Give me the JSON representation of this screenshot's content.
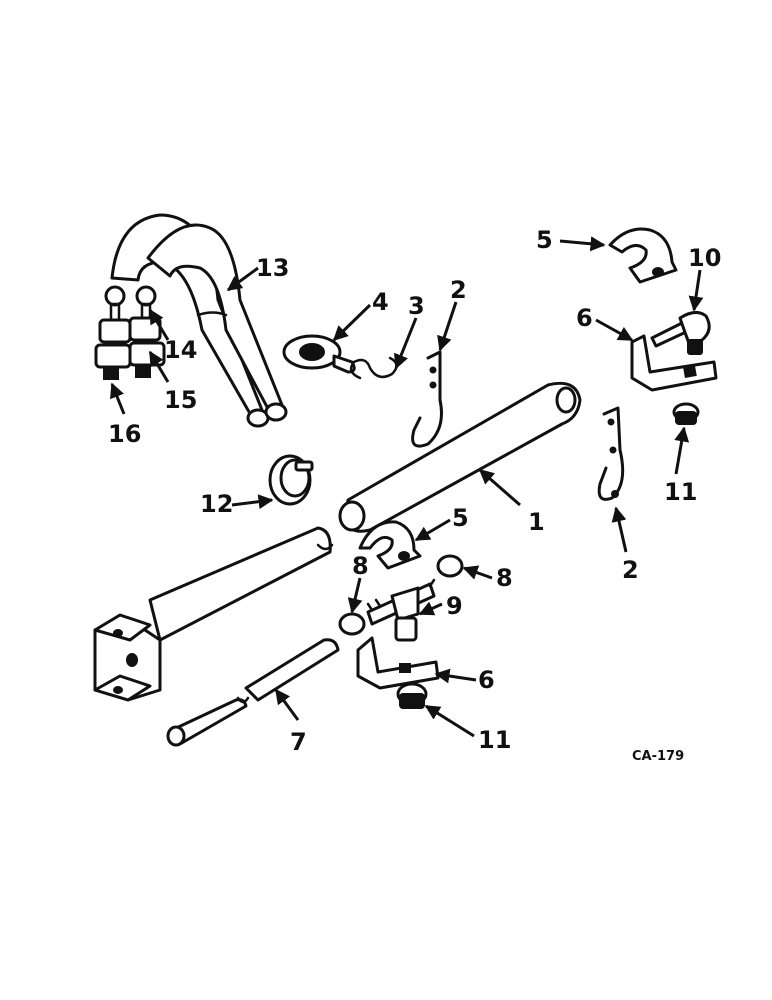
{
  "drawing_code": "CA-179",
  "callouts": [
    {
      "id": "c1",
      "label": "1"
    },
    {
      "id": "c2a",
      "label": "2"
    },
    {
      "id": "c2b",
      "label": "2"
    },
    {
      "id": "c3",
      "label": "3"
    },
    {
      "id": "c4",
      "label": "4"
    },
    {
      "id": "c5a",
      "label": "5"
    },
    {
      "id": "c5b",
      "label": "5"
    },
    {
      "id": "c6a",
      "label": "6"
    },
    {
      "id": "c6b",
      "label": "6"
    },
    {
      "id": "c7",
      "label": "7"
    },
    {
      "id": "c8a",
      "label": "8"
    },
    {
      "id": "c8b",
      "label": "8"
    },
    {
      "id": "c9",
      "label": "9"
    },
    {
      "id": "c10",
      "label": "10"
    },
    {
      "id": "c11a",
      "label": "11"
    },
    {
      "id": "c11b",
      "label": "11"
    },
    {
      "id": "c12",
      "label": "12"
    },
    {
      "id": "c13",
      "label": "13"
    },
    {
      "id": "c14",
      "label": "14"
    },
    {
      "id": "c15",
      "label": "15"
    },
    {
      "id": "c16",
      "label": "16"
    }
  ]
}
